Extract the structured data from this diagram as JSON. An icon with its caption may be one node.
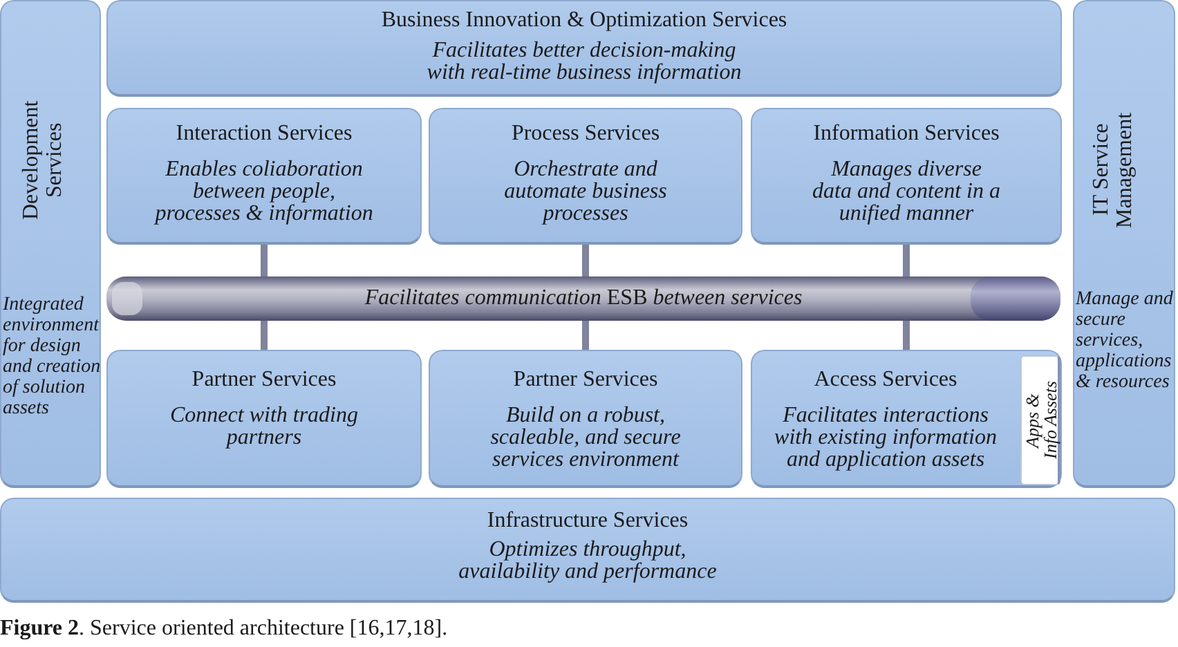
{
  "diagram": {
    "caption": "**Figure 2**. Service oriented architecture [16,17,18].",
    "nodes": [
      {
        "text": [
          "Development Services",
          "Integrated environment for design and creation of solution assets"
        ]
      },
      {
        "text": [
          "Business Innovation & Optimization Services",
          "Facilitates better decision-making with real-time business information"
        ]
      },
      {
        "text": [
          "IT Service Management",
          "Manage and secure services, applications & resources"
        ]
      },
      {
        "text": [
          "Interaction Services",
          "Enables coliaboration between people, processes & information"
        ]
      },
      {
        "text": [
          "Process Services",
          "Orchestrate and automate business processes"
        ]
      },
      {
        "text": [
          "Information Services",
          "Manages diverse data and content in a unified manner"
        ]
      },
      {
        "text": [
          "*Facilitates communication* ESB *between services*"
        ]
      },
      {
        "text": [
          "Partner Services",
          "Connect with trading partners"
        ]
      },
      {
        "text": [
          "Partner Services",
          "Build on a robust, scaleable, and secure services environment"
        ]
      },
      {
        "text": [
          "Access Services",
          "Facilitates interactions with existing information and application assets"
        ]
      },
      {
        "text": [
          "Apps & Info Assets"
        ],
        "in": 9
      },
      {
        "text": [
          "Infrastructure Services",
          "Optimizes throughput, availability and performance"
        ]
      }
    ],
    "edges": [
      {
        "from": 3,
        "to": 6,
        "arrow": "none"
      },
      {
        "from": 4,
        "to": 6,
        "arrow": "none"
      },
      {
        "from": 5,
        "to": 6,
        "arrow": "none"
      },
      {
        "from": 6,
        "to": 7,
        "arrow": "none"
      },
      {
        "from": 6,
        "to": 8,
        "arrow": "none"
      },
      {
        "from": 6,
        "to": 9,
        "arrow": "none"
      }
    ]
  }
}
